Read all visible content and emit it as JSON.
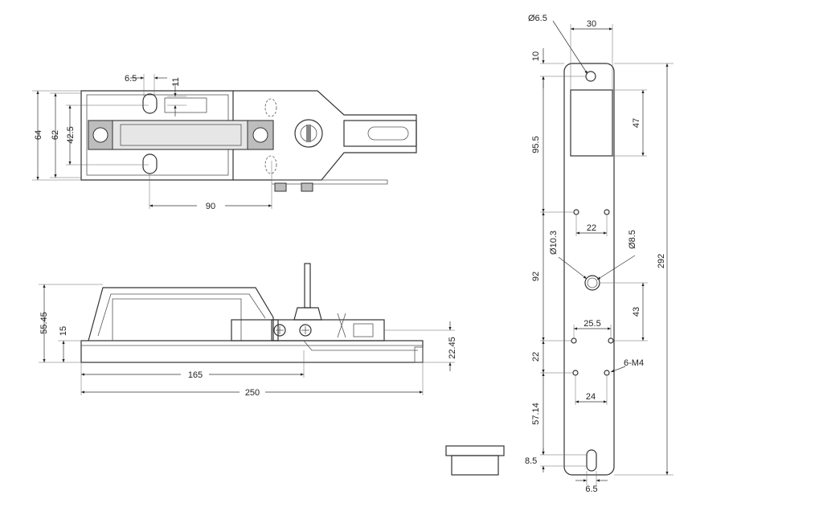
{
  "top_view": {
    "dim_6_5": "6.5",
    "dim_11": "11",
    "dim_64": "64",
    "dim_62": "62",
    "dim_42_5": "42.5",
    "dim_90": "90"
  },
  "side_view": {
    "dim_55_45": "55.45",
    "dim_15": "15",
    "dim_22_45": "22.45",
    "dim_165": "165",
    "dim_250": "250"
  },
  "plate_view": {
    "dim_dia_6_5": "Ø6.5",
    "dim_30": "30",
    "dim_10": "10",
    "dim_47": "47",
    "dim_95_5": "95.5",
    "dim_22_top": "22",
    "dim_dia_10_3": "Ø10.3",
    "dim_dia_8_5": "Ø8.5",
    "dim_92": "92",
    "dim_292": "292",
    "dim_43": "43",
    "dim_25_5": "25.5",
    "dim_22_side": "22",
    "dim_6_m4": "6-M4",
    "dim_24": "24",
    "dim_57_14": "57.14",
    "dim_8_5": "8.5",
    "dim_6_5_bottom": "6.5"
  }
}
